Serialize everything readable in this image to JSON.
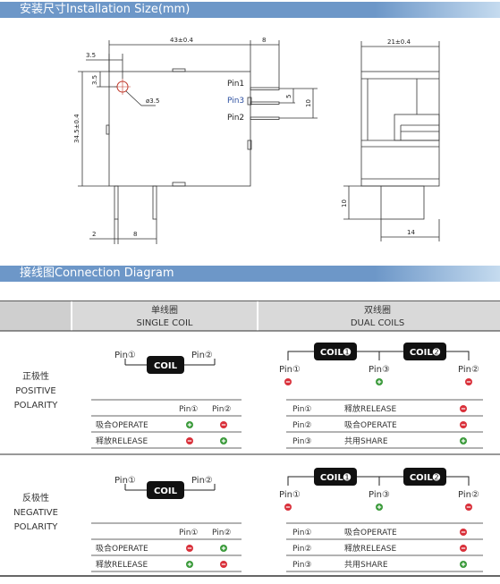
{
  "section1_title": "安装尺寸Installation Size(mm)",
  "section2_title": "接线图Connection Diagram",
  "dims": {
    "width_43": "43±0.4",
    "d_8": "8",
    "d_3_5_top": "3.5",
    "d_3_5_side": "3.5",
    "d_phi": "ø3.5",
    "height_34": "34.5±0.4",
    "d_5": "5",
    "d_10_right": "10",
    "d_2": "2",
    "d_8_bottom": "8",
    "width_21": "21±0.4",
    "d_10_side": "10",
    "d_14": "14",
    "pin1": "Pin1",
    "pin3": "Pin3",
    "pin2": "Pin2"
  },
  "table": {
    "single_cn": "单线圈",
    "single_en": "SINGLE COIL",
    "dual_cn": "双线圈",
    "dual_en": "DUAL COILS",
    "pos_cn": "正极性",
    "pos_en1": "POSITIVE",
    "pos_en2": "POLARITY",
    "neg_cn": "反极性",
    "neg_en1": "NEGATIVE",
    "neg_en2": "POLARITY",
    "coil": "COIL",
    "coil1": "COIL➊",
    "coil2": "COIL➋",
    "pin1c": "Pin①",
    "pin2c": "Pin②",
    "pin3c": "Pin③",
    "operate": "吸合OPERATE",
    "release": "释放RELEASE",
    "share": "共用SHARE"
  },
  "colors": {
    "minus": "#d9303a",
    "plus": "#3a9a3a"
  }
}
